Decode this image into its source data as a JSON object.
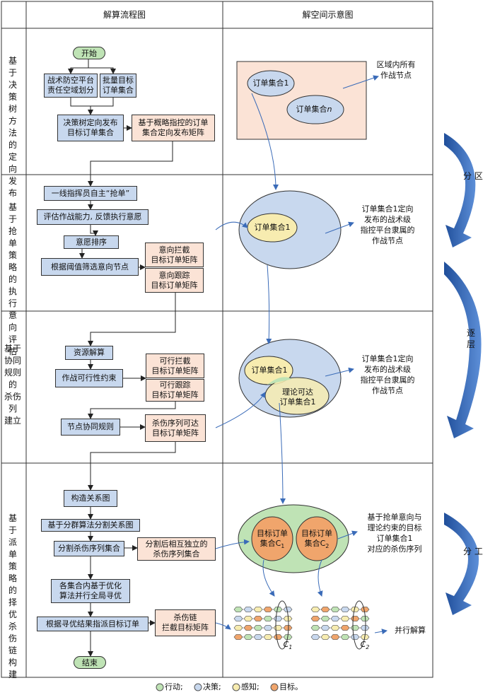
{
  "headers": {
    "flow": "解算流程图",
    "space": "解空间示意图"
  },
  "phases": [
    "基于\n决策\n树方法\n的\n定向\n发布",
    "基于\n抢单\n策略\n的\n执行\n意向\n评估",
    "基于\n协同\n规则\n的\n杀伤列\n建立",
    "基于\n派单\n策略\n的\n择优\n杀伤\n链\n构建"
  ],
  "flow": {
    "start": "开始",
    "b1": "战术防空平台\n责任空域划分",
    "b2": "批量目标\n订单集合",
    "b3": "决策树定向发布\n目标订单集合",
    "b4": "基于概略指控的订单\n集合定向发布矩阵",
    "b5": "一线指挥员自主“抢单”",
    "b6": "评估作战能力, 反馈执行意愿",
    "b7": "意愿排序",
    "b8": "根据阈值筛选意向节点",
    "b9": "意向拦截\n目标订单矩阵",
    "b10": "意向跟踪\n目标订单矩阵",
    "b11": "资源解算",
    "b12": "作战可行性约束",
    "b13": "可行拦截\n目标订单矩阵",
    "b14": "可行跟踪\n目标订单矩阵",
    "b15": "节点协同规则",
    "b16": "杀伤序列可达\n目标订单矩阵",
    "b17": "构造关系图",
    "b18": "基于分群算法分割关系图",
    "b19": "分割杀伤序列集合",
    "b20": "分割后相互独立的\n杀伤序列集合",
    "b21": "各集合内基于优化\n算法并行全局寻优",
    "b22": "根据寻优结果指派目标订单",
    "b23": "杀伤链\n拦截目标矩阵",
    "end": "结束"
  },
  "space": {
    "set1": "订单集合1",
    "setn": "订单集合",
    "setn_sub": "n",
    "note1": "区域内所有\n作战节点",
    "set1b": "订单集合1",
    "note2": "订单集合1定向\n发布的战术级\n指控平台隶属的\n作战节点",
    "set1c": "订单集合1",
    "reach": "理论可达\n订单集合1",
    "note3": "订单集合1定向\n发布的战术级\n指控平台隶属的\n作战节点",
    "c1": "目标订单\n集合C",
    "c2": "目标订单\n集合C",
    "sub1": "1",
    "sub2": "2",
    "note4": "基于抢单意向与\n理论约束的目标\n订单集合1\n对应的杀伤序列",
    "parallel": "并行解算",
    "chainC1": "C",
    "chainC2": "C"
  },
  "side_labels": {
    "a": "分 区",
    "b": "逐\n层",
    "c": "分 工"
  },
  "legend": [
    {
      "label": "行动;",
      "color": "#bfe3b5"
    },
    {
      "label": "决策;",
      "color": "#c8d8ee"
    },
    {
      "label": "感知;",
      "color": "#f7ecb0"
    },
    {
      "label": "目标。",
      "color": "#f0a56c"
    }
  ]
}
